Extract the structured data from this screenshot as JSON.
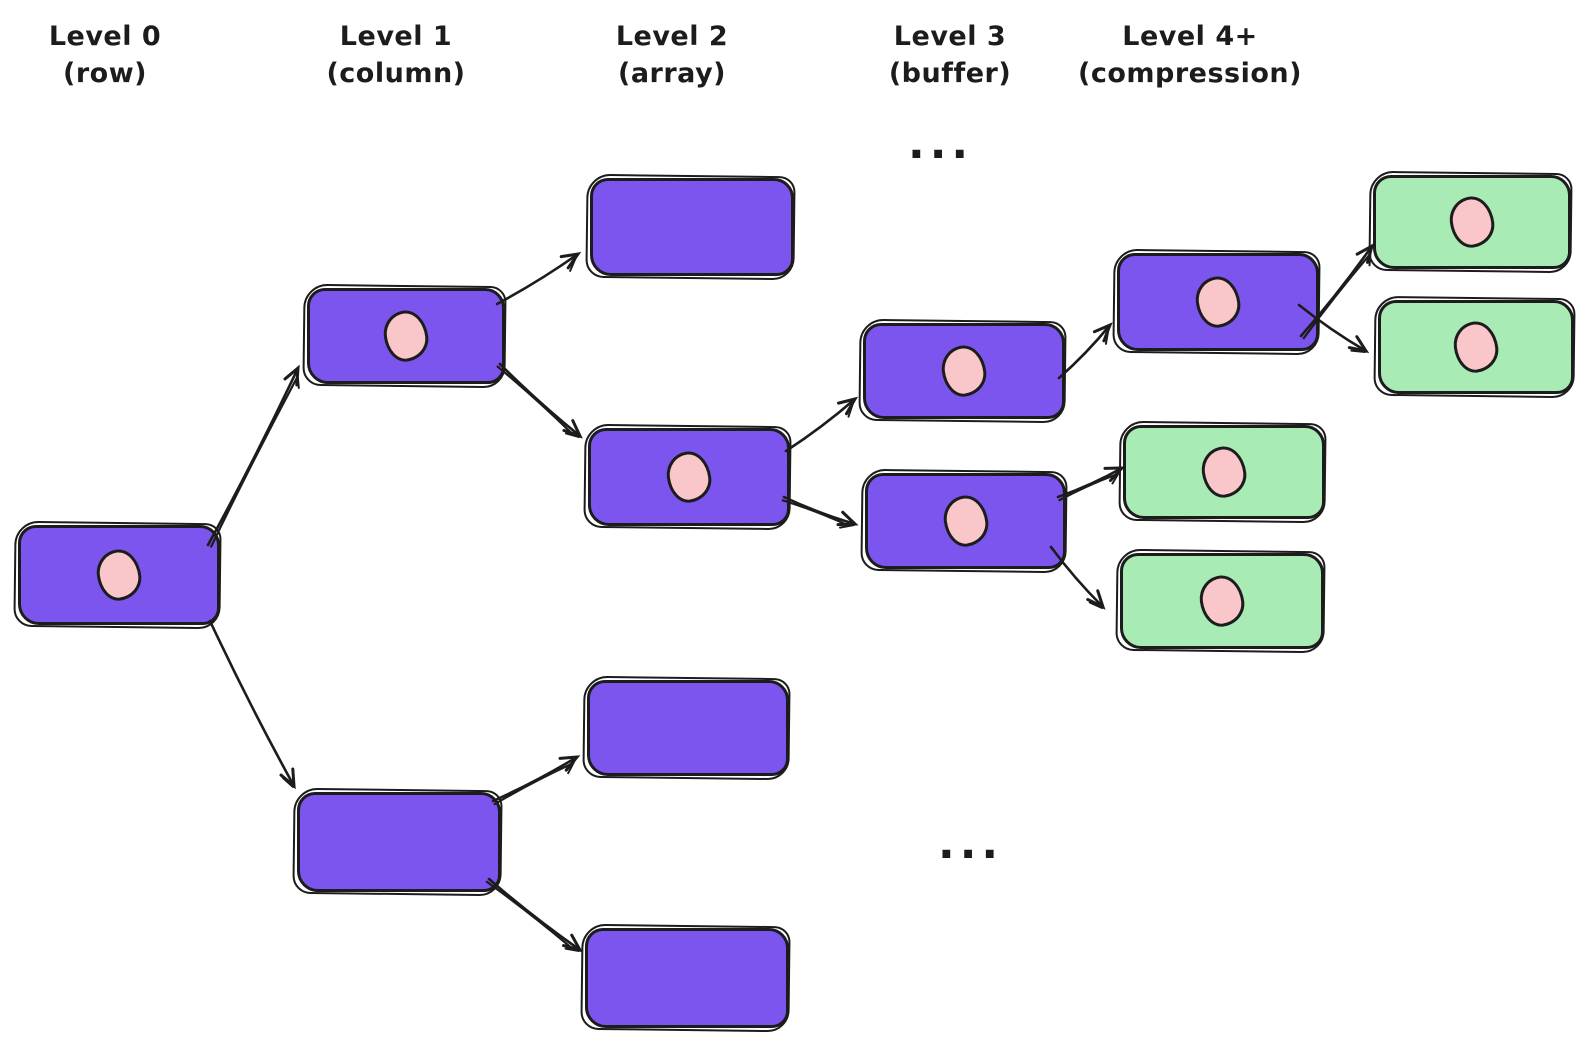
{
  "diagram": {
    "labels": [
      {
        "id": "level-0",
        "line1": "Level 0",
        "line2": "(row)"
      },
      {
        "id": "level-1",
        "line1": "Level 1",
        "line2": "(column)"
      },
      {
        "id": "level-2",
        "line1": "Level 2",
        "line2": "(array)"
      },
      {
        "id": "level-3",
        "line1": "Level 3",
        "line2": "(buffer)"
      },
      {
        "id": "level-4",
        "line1": "Level 4+",
        "line2": "(compression)"
      }
    ],
    "ellipsis_top": "...",
    "ellipsis_bottom": "...",
    "colors": {
      "node_purple": "#7b55ee",
      "node_green": "#a8ebb5",
      "dot_pink": "#f9c6c9",
      "ink": "#1c1c1c"
    },
    "nodes": [
      {
        "id": "l0-row",
        "level": "level-0",
        "color": "purple",
        "has_dot": true
      },
      {
        "id": "l1-col-top",
        "level": "level-1",
        "color": "purple",
        "has_dot": true
      },
      {
        "id": "l1-col-bottom",
        "level": "level-1",
        "color": "purple",
        "has_dot": false
      },
      {
        "id": "l2-array-top",
        "level": "level-2",
        "color": "purple",
        "has_dot": false
      },
      {
        "id": "l2-array-mid",
        "level": "level-2",
        "color": "purple",
        "has_dot": true
      },
      {
        "id": "l2-array-low1",
        "level": "level-2",
        "color": "purple",
        "has_dot": false
      },
      {
        "id": "l2-array-low2",
        "level": "level-2",
        "color": "purple",
        "has_dot": false
      },
      {
        "id": "l3-buffer-top",
        "level": "level-3",
        "color": "purple",
        "has_dot": true
      },
      {
        "id": "l3-buffer-bottom",
        "level": "level-3",
        "color": "purple",
        "has_dot": true
      },
      {
        "id": "l4-comp-purple",
        "level": "level-4",
        "color": "purple",
        "has_dot": true
      },
      {
        "id": "l4-green-mid-top",
        "level": "level-4",
        "color": "green",
        "has_dot": true
      },
      {
        "id": "l4-green-mid-bottom",
        "level": "level-4",
        "color": "green",
        "has_dot": true
      },
      {
        "id": "l4-green-right-top",
        "level": "level-4",
        "color": "green",
        "has_dot": true
      },
      {
        "id": "l4-green-right-bottom",
        "level": "level-4",
        "color": "green",
        "has_dot": true
      }
    ],
    "edges": [
      {
        "from": "l0-row",
        "to": "l1-col-top"
      },
      {
        "from": "l0-row",
        "to": "l1-col-bottom"
      },
      {
        "from": "l1-col-top",
        "to": "l2-array-top"
      },
      {
        "from": "l1-col-top",
        "to": "l2-array-mid"
      },
      {
        "from": "l2-array-mid",
        "to": "l3-buffer-top"
      },
      {
        "from": "l2-array-mid",
        "to": "l3-buffer-bottom"
      },
      {
        "from": "l3-buffer-top",
        "to": "l4-comp-purple"
      },
      {
        "from": "l3-buffer-bottom",
        "to": "l4-green-mid-top"
      },
      {
        "from": "l3-buffer-bottom",
        "to": "l4-green-mid-bottom"
      },
      {
        "from": "l4-comp-purple",
        "to": "l4-green-right-top"
      },
      {
        "from": "l4-comp-purple",
        "to": "l4-green-right-bottom"
      },
      {
        "from": "l1-col-bottom",
        "to": "l2-array-low1"
      },
      {
        "from": "l1-col-bottom",
        "to": "l2-array-low2"
      }
    ]
  }
}
